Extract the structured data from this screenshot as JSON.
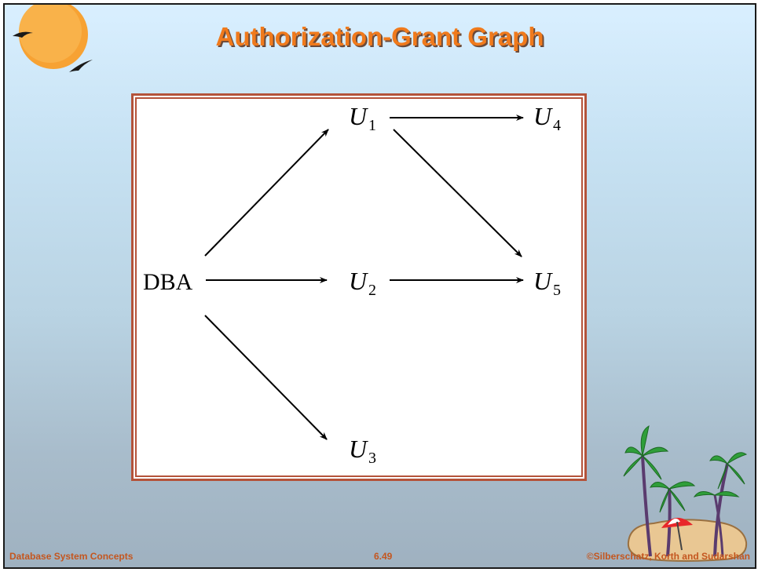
{
  "slide_title": "Authorization-Grant Graph",
  "graph": {
    "nodes": {
      "dba": "DBA",
      "u1": {
        "base": "U",
        "sub": "1"
      },
      "u2": {
        "base": "U",
        "sub": "2"
      },
      "u3": {
        "base": "U",
        "sub": "3"
      },
      "u4": {
        "base": "U",
        "sub": "4"
      },
      "u5": {
        "base": "U",
        "sub": "5"
      }
    },
    "edges": [
      [
        "DBA",
        "U1"
      ],
      [
        "DBA",
        "U2"
      ],
      [
        "DBA",
        "U3"
      ],
      [
        "U1",
        "U4"
      ],
      [
        "U1",
        "U5"
      ],
      [
        "U2",
        "U5"
      ]
    ]
  },
  "footer": {
    "left": "Database System Concepts",
    "center": "6.49",
    "right": "©Silberschatz, Korth and Sudarshan"
  },
  "colors": {
    "title": "#f07a1c",
    "frame": "#b4533a",
    "footer": "#c4561f",
    "sun": "#f7a233"
  },
  "decorations": [
    "sun-birds-icon",
    "palm-island-icon"
  ]
}
